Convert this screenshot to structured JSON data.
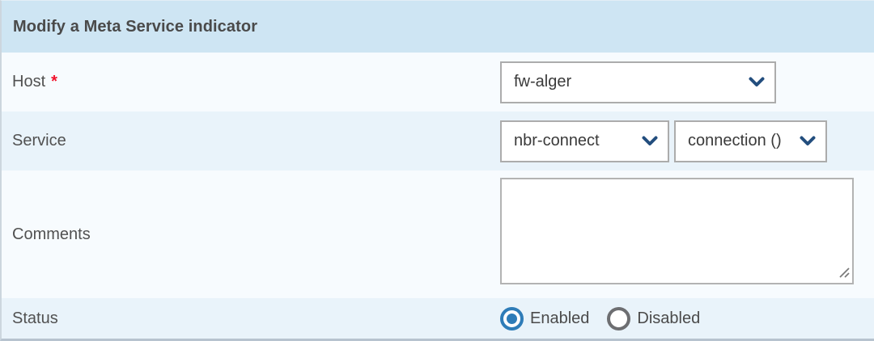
{
  "header": {
    "title": "Modify a Meta Service indicator"
  },
  "form": {
    "host": {
      "label": "Host",
      "required_marker": "*",
      "selected_value": "fw-alger"
    },
    "service": {
      "label": "Service",
      "service_selected_value": "nbr-connect",
      "metric_selected_value": "connection ()"
    },
    "comments": {
      "label": "Comments",
      "value": ""
    },
    "status": {
      "label": "Status",
      "options": [
        {
          "label": "Enabled",
          "selected": true
        },
        {
          "label": "Disabled",
          "selected": false
        }
      ]
    }
  },
  "icons": {
    "dropdown": "chevron-down-icon",
    "textarea_corner": "resize-grip-icon"
  },
  "colors": {
    "header_bg": "#cee5f3",
    "row_light": "#f7fbfe",
    "row_blue": "#e9f3fa",
    "accent_blue": "#2e7cb8",
    "chevron_blue": "#234e7e",
    "required_red": "#f1112b",
    "border_gray": "#acacac",
    "bottom_border": "#b7c3cf"
  }
}
